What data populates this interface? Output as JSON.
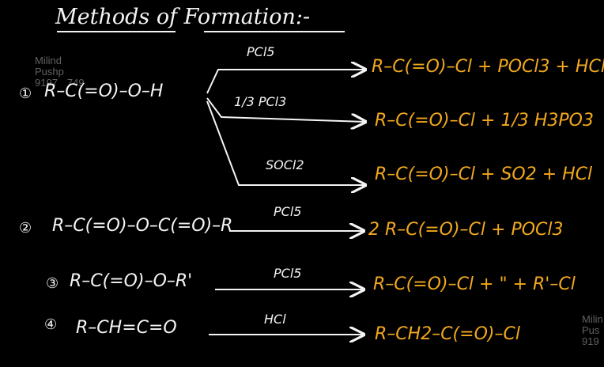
{
  "title": "Methods of Formation:-",
  "watermark": {
    "left": [
      "Milind",
      "Pushp",
      "9197",
      "749"
    ],
    "right": [
      "Milin",
      "Pus",
      "919"
    ]
  },
  "reactions": [
    {
      "number": "①",
      "reactant": "R–C(=O)–O–H",
      "branches": [
        {
          "reagent": "PCl5",
          "product": "R–C(=O)–Cl + POCl3 + HCl"
        },
        {
          "reagent": "1/3 PCl3",
          "product": "R–C(=O)–Cl + 1/3 H3PO3"
        },
        {
          "reagent": "SOCl2",
          "product": "R–C(=O)–Cl + SO2 + HCl"
        }
      ]
    },
    {
      "number": "②",
      "reactant": "R–C(=O)–O–C(=O)–R",
      "reagent": "PCl5",
      "product": "2 R–C(=O)–Cl + POCl3"
    },
    {
      "number": "③",
      "reactant": "R–C(=O)–O–R'",
      "reagent": "PCl5",
      "product": "R–C(=O)–Cl + \" + R'–Cl"
    },
    {
      "number": "④",
      "reactant": "R–CH=C=O",
      "reagent": "HCl",
      "product": "R–CH2–C(=O)–Cl"
    }
  ]
}
